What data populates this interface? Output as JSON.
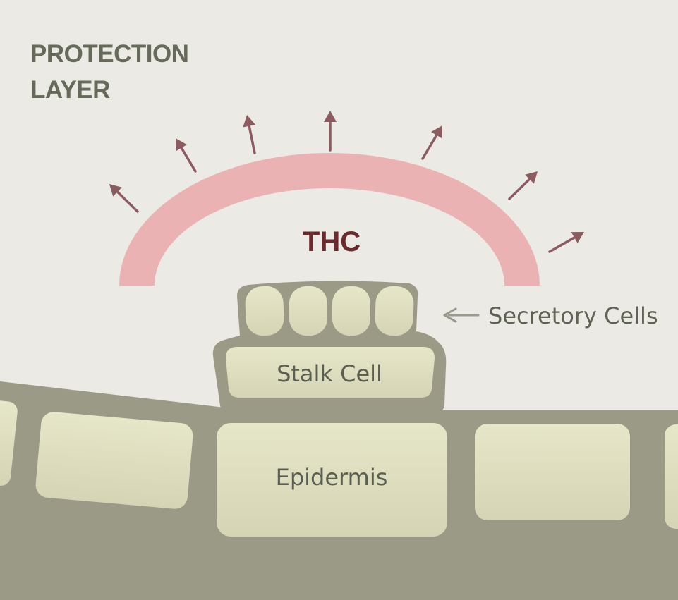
{
  "title": {
    "line1": "PROTECTION",
    "line2": "LAYER"
  },
  "labels": {
    "thc": "THC",
    "secretory_cells": "Secretory Cells",
    "stalk_cell": "Stalk Cell",
    "epidermis": "Epidermis"
  },
  "colors": {
    "background": "#ebeae4",
    "tissue_dark": "#9b9a87",
    "cell_fill": "#e2e2c4",
    "thc_arc": "#ebb2b4",
    "arrow": "#8b5b60",
    "thc_text": "#6b2a2e",
    "title_text": "#656a5a",
    "callout_arrow": "#9a9a8c"
  }
}
